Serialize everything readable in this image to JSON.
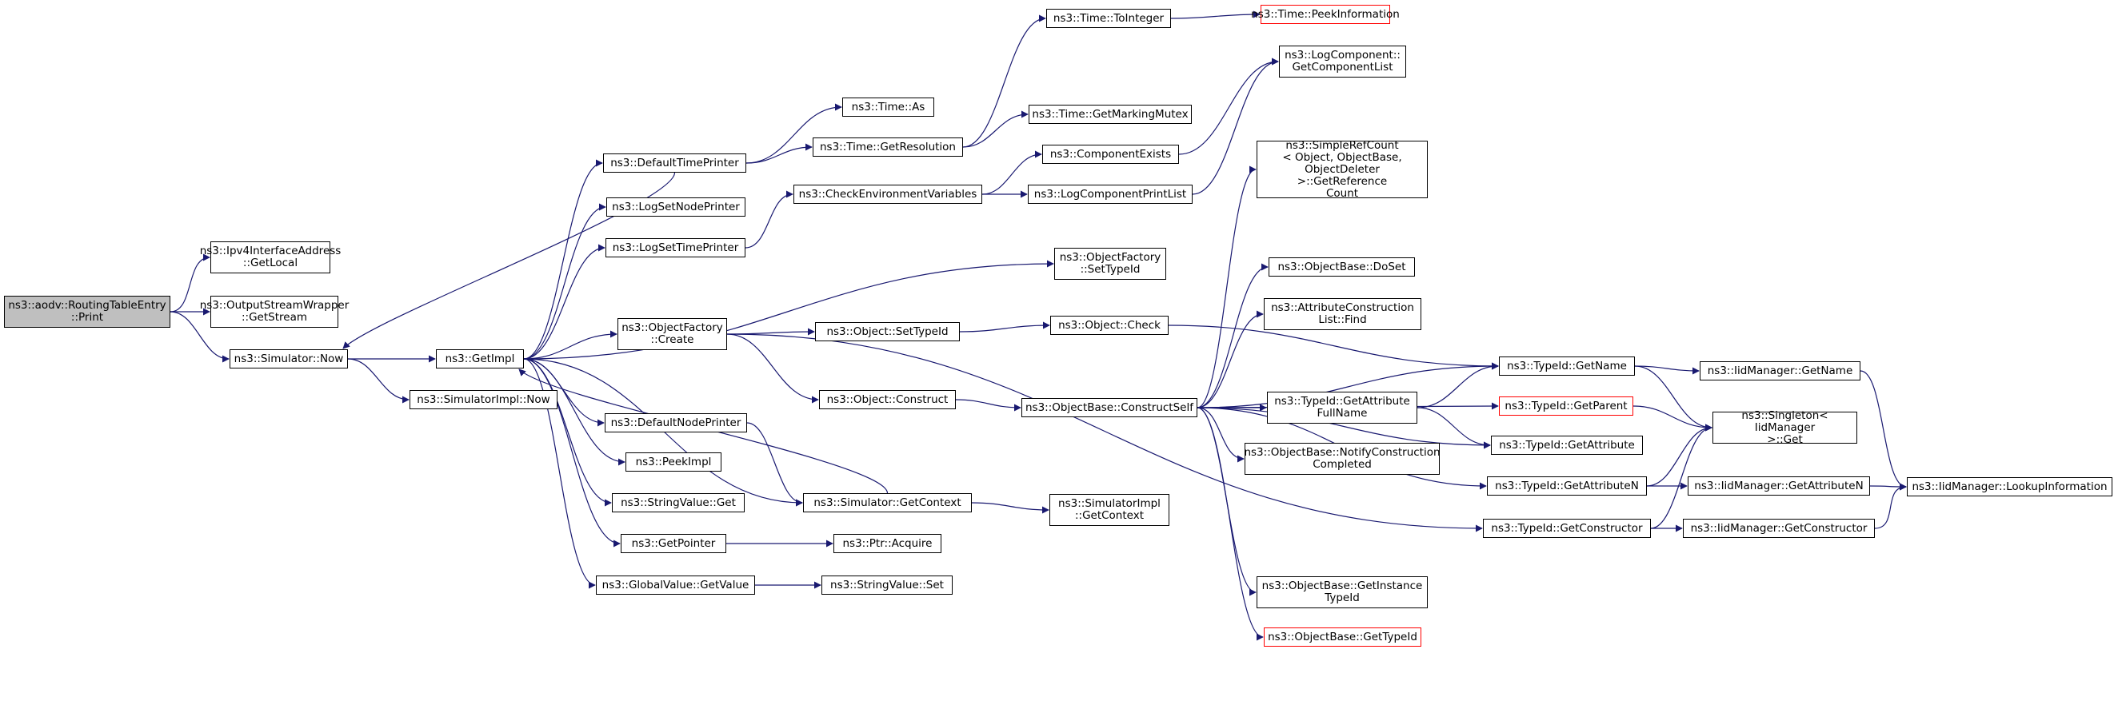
{
  "graph": {
    "edge_color": "#191970",
    "root_fill": "#bfbfbf",
    "missing_border": "#ff0000",
    "nodes": {
      "print": "ns3::aodv::RoutingTableEntry\n::Print",
      "ipv4_getlocal": "ns3::Ipv4InterfaceAddress\n::GetLocal",
      "osw_getstream": "ns3::OutputStreamWrapper\n::GetStream",
      "sim_now": "ns3::Simulator::Now",
      "getimpl": "ns3::GetImpl",
      "simimpl_now": "ns3::SimulatorImpl::Now",
      "default_time_printer": "ns3::DefaultTimePrinter",
      "log_set_node_printer": "ns3::LogSetNodePrinter",
      "log_set_time_printer": "ns3::LogSetTimePrinter",
      "objfactory_create": "ns3::ObjectFactory\n::Create",
      "default_node_printer": "ns3::DefaultNodePrinter",
      "peekimpl": "ns3::PeekImpl",
      "stringvalue_get": "ns3::StringValue::Get",
      "getpointer": "ns3::GetPointer",
      "globalvalue_getvalue": "ns3::GlobalValue::GetValue",
      "time_as": "ns3::Time::As",
      "time_getresolution": "ns3::Time::GetResolution",
      "check_env_vars": "ns3::CheckEnvironmentVariables",
      "object_settypeid": "ns3::Object::SetTypeId",
      "object_construct": "ns3::Object::Construct",
      "sim_getcontext": "ns3::Simulator::GetContext",
      "ptr_acquire": "ns3::Ptr::Acquire",
      "stringvalue_set": "ns3::StringValue::Set",
      "time_tointeger": "ns3::Time::ToInteger",
      "time_getmarkingmutex": "ns3::Time::GetMarkingMutex",
      "component_exists": "ns3::ComponentExists",
      "log_component_print_list": "ns3::LogComponentPrintList",
      "objfactory_settypeid": "ns3::ObjectFactory\n::SetTypeId",
      "object_check": "ns3::Object::Check",
      "objbase_constructself": "ns3::ObjectBase::ConstructSelf",
      "simimpl_getcontext": "ns3::SimulatorImpl\n::GetContext",
      "time_peekinformation": "ns3::Time::PeekInformation",
      "logcomponent_getlist": "ns3::LogComponent::\nGetComponentList",
      "simplerefcount_getrefcount": "ns3::SimpleRefCount\n< Object, ObjectBase,\n ObjectDeleter >::GetReference\nCount",
      "objbase_doset": "ns3::ObjectBase::DoSet",
      "attr_construction_list_find": "ns3::AttributeConstruction\nList::Find",
      "typeid_getattributefullname": "ns3::TypeId::GetAttribute\nFullName",
      "objbase_notifyconstructioncompleted": "ns3::ObjectBase::NotifyConstruction\nCompleted",
      "objbase_getinstancetypeid": "ns3::ObjectBase::GetInstance\nTypeId",
      "objbase_gettypeid": "ns3::ObjectBase::GetTypeId",
      "typeid_getname": "ns3::TypeId::GetName",
      "typeid_getparent": "ns3::TypeId::GetParent",
      "typeid_getattribute": "ns3::TypeId::GetAttribute",
      "typeid_getattributen": "ns3::TypeId::GetAttributeN",
      "typeid_getconstructor": "ns3::TypeId::GetConstructor",
      "iidmanager_getname": "ns3::IidManager::GetName",
      "singleton_get": "ns3::Singleton< IidManager\n >::Get",
      "iidmanager_getattributen": "ns3::IidManager::GetAttributeN",
      "iidmanager_getconstructor": "ns3::IidManager::GetConstructor",
      "iidmanager_lookupinformation": "ns3::IidManager::LookupInformation"
    },
    "edges": [
      [
        "print",
        "ipv4_getlocal"
      ],
      [
        "print",
        "osw_getstream"
      ],
      [
        "print",
        "sim_now"
      ],
      [
        "sim_now",
        "getimpl"
      ],
      [
        "sim_now",
        "simimpl_now"
      ],
      [
        "getimpl",
        "default_time_printer"
      ],
      [
        "getimpl",
        "log_set_node_printer"
      ],
      [
        "getimpl",
        "log_set_time_printer"
      ],
      [
        "getimpl",
        "objfactory_create"
      ],
      [
        "getimpl",
        "default_node_printer"
      ],
      [
        "getimpl",
        "peekimpl"
      ],
      [
        "getimpl",
        "stringvalue_get"
      ],
      [
        "getimpl",
        "getpointer"
      ],
      [
        "getimpl",
        "globalvalue_getvalue"
      ],
      [
        "getimpl",
        "sim_getcontext"
      ],
      [
        "getimpl",
        "objfactory_settypeid"
      ],
      [
        "default_time_printer",
        "sim_now"
      ],
      [
        "default_time_printer",
        "time_as"
      ],
      [
        "default_time_printer",
        "time_getresolution"
      ],
      [
        "log_set_time_printer",
        "check_env_vars"
      ],
      [
        "objfactory_create",
        "object_settypeid"
      ],
      [
        "objfactory_create",
        "object_construct"
      ],
      [
        "objfactory_create",
        "typeid_getconstructor"
      ],
      [
        "default_node_printer",
        "sim_getcontext"
      ],
      [
        "sim_getcontext",
        "getimpl"
      ],
      [
        "sim_getcontext",
        "simimpl_getcontext"
      ],
      [
        "getpointer",
        "ptr_acquire"
      ],
      [
        "globalvalue_getvalue",
        "stringvalue_set"
      ],
      [
        "time_getresolution",
        "time_tointeger"
      ],
      [
        "time_getresolution",
        "time_getmarkingmutex"
      ],
      [
        "time_tointeger",
        "time_peekinformation"
      ],
      [
        "check_env_vars",
        "component_exists"
      ],
      [
        "check_env_vars",
        "log_component_print_list"
      ],
      [
        "component_exists",
        "logcomponent_getlist"
      ],
      [
        "log_component_print_list",
        "logcomponent_getlist"
      ],
      [
        "object_settypeid",
        "object_check"
      ],
      [
        "object_check",
        "typeid_getname"
      ],
      [
        "object_construct",
        "objbase_constructself"
      ],
      [
        "objbase_constructself",
        "simplerefcount_getrefcount"
      ],
      [
        "objbase_constructself",
        "typeid_getname"
      ],
      [
        "objbase_constructself",
        "objbase_doset"
      ],
      [
        "objbase_constructself",
        "attr_construction_list_find"
      ],
      [
        "objbase_constructself",
        "typeid_getparent"
      ],
      [
        "objbase_constructself",
        "typeid_getattributefullname"
      ],
      [
        "objbase_constructself",
        "objbase_notifyconstructioncompleted"
      ],
      [
        "objbase_constructself",
        "typeid_getattribute"
      ],
      [
        "objbase_constructself",
        "typeid_getattributen"
      ],
      [
        "objbase_constructself",
        "objbase_getinstancetypeid"
      ],
      [
        "objbase_constructself",
        "objbase_gettypeid"
      ],
      [
        "typeid_getattributefullname",
        "typeid_getname"
      ],
      [
        "typeid_getattributefullname",
        "typeid_getattribute"
      ],
      [
        "typeid_getname",
        "iidmanager_getname"
      ],
      [
        "typeid_getname",
        "singleton_get"
      ],
      [
        "typeid_getparent",
        "singleton_get"
      ],
      [
        "typeid_getattributen",
        "singleton_get"
      ],
      [
        "typeid_getattributen",
        "iidmanager_getattributen"
      ],
      [
        "typeid_getconstructor",
        "singleton_get"
      ],
      [
        "typeid_getconstructor",
        "iidmanager_getconstructor"
      ],
      [
        "iidmanager_getname",
        "iidmanager_lookupinformation"
      ],
      [
        "iidmanager_getattributen",
        "iidmanager_lookupinformation"
      ],
      [
        "iidmanager_getconstructor",
        "iidmanager_lookupinformation"
      ]
    ]
  }
}
